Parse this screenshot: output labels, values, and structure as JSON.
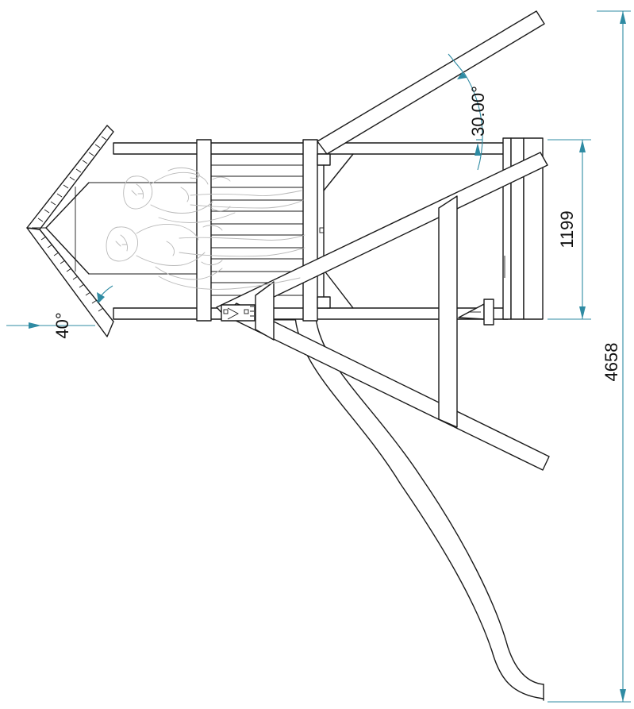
{
  "dimensions": {
    "overall_length": "4658",
    "platform_height": "1199",
    "slide_angle": "30.00°",
    "roof_angle": "40°"
  },
  "colors": {
    "dimension_lines": "#2f8ba3",
    "outline": "#1a1a1a",
    "figures": "#b9b9b9"
  }
}
